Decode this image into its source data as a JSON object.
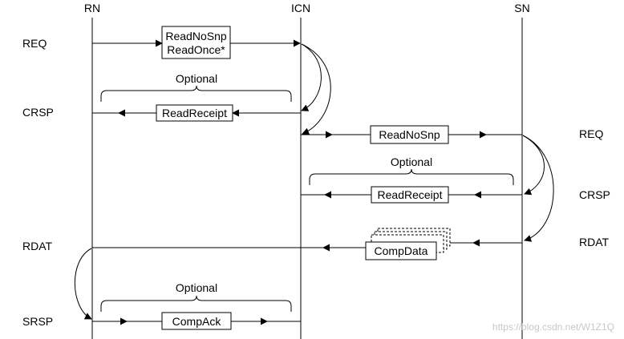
{
  "nodes": {
    "rn": "RN",
    "icn": "ICN",
    "sn": "SN"
  },
  "left_labels": {
    "req": "REQ",
    "crsp": "CRSP",
    "rdat": "RDAT",
    "srsp": "SRSP"
  },
  "right_labels": {
    "req": "REQ",
    "crsp": "CRSP",
    "rdat": "RDAT"
  },
  "messages": {
    "read_nosnp_line1": "ReadNoSnp",
    "read_nosnp_line2": "ReadOnce*",
    "read_receipt_1": "ReadReceipt",
    "read_nosnp_2": "ReadNoSnp",
    "read_receipt_2": "ReadReceipt",
    "comp_data": "CompData",
    "comp_ack": "CompAck"
  },
  "optional_labels": {
    "first": "Optional",
    "second": "Optional",
    "third": "Optional"
  },
  "watermark": "https://blog.csdn.net/W1Z1Q"
}
